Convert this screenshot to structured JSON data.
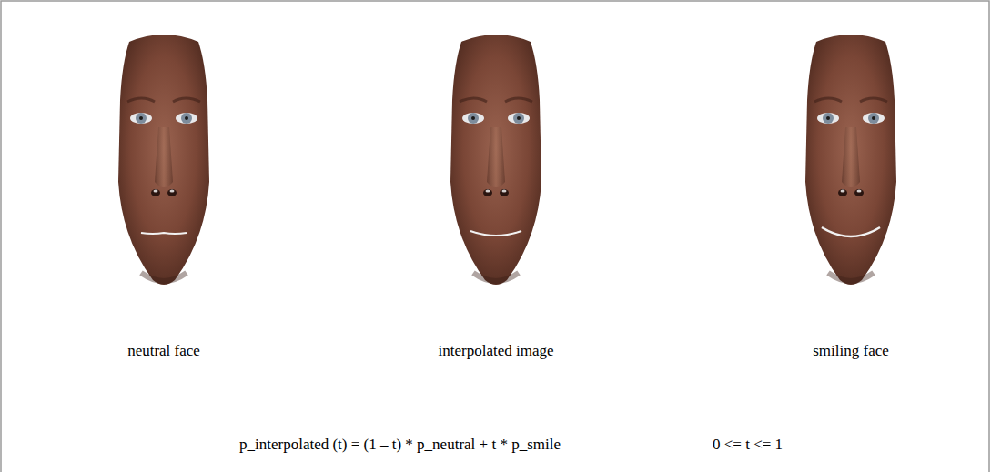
{
  "diagram": {
    "labels": [
      "neutral  face",
      "interpolated image",
      "smiling face",
      "p_interpolated (t) = (1 – t) * p_neutral + t * p_smile",
      "0 <= t <= 1"
    ]
  }
}
